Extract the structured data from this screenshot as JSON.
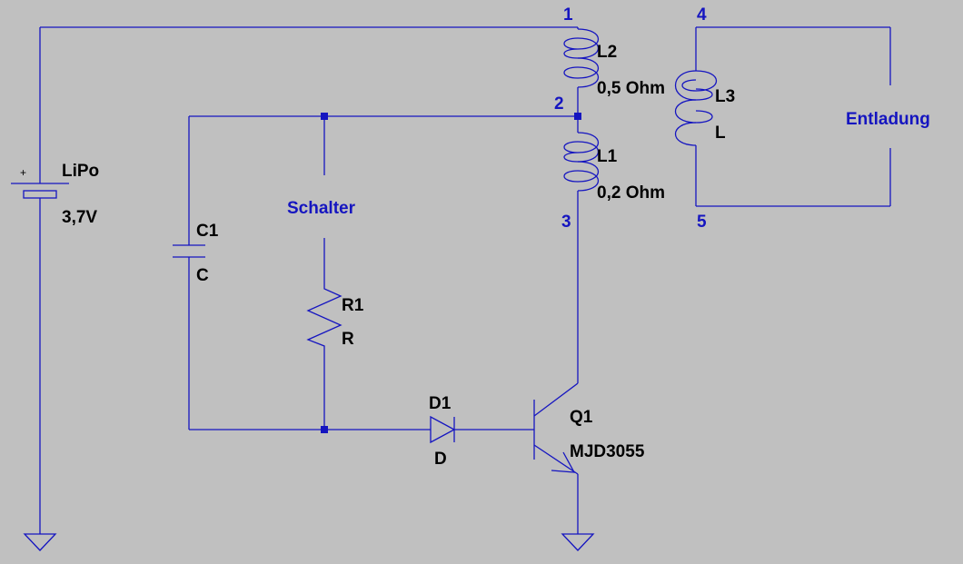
{
  "colors": {
    "background": "#c0c0c0",
    "wire": "#1515c0",
    "label": "#000000",
    "net_label": "#1515c0"
  },
  "nodes": {
    "n1": "1",
    "n2": "2",
    "n3": "3",
    "n4": "4",
    "n5": "5"
  },
  "components": {
    "battery": {
      "name": "LiPo",
      "value": "3,7V",
      "plus": "+"
    },
    "l2": {
      "name": "L2",
      "value": "0,5 Ohm"
    },
    "l1": {
      "name": "L1",
      "value": "0,2 Ohm"
    },
    "l3": {
      "name": "L3",
      "value": "L"
    },
    "c1": {
      "name": "C1",
      "value": "C"
    },
    "r1": {
      "name": "R1",
      "value": "R"
    },
    "d1": {
      "name": "D1",
      "value": "D"
    },
    "q1": {
      "name": "Q1",
      "value": "MJD3055"
    }
  },
  "labels": {
    "switch": "Schalter",
    "discharge": "Entladung"
  }
}
